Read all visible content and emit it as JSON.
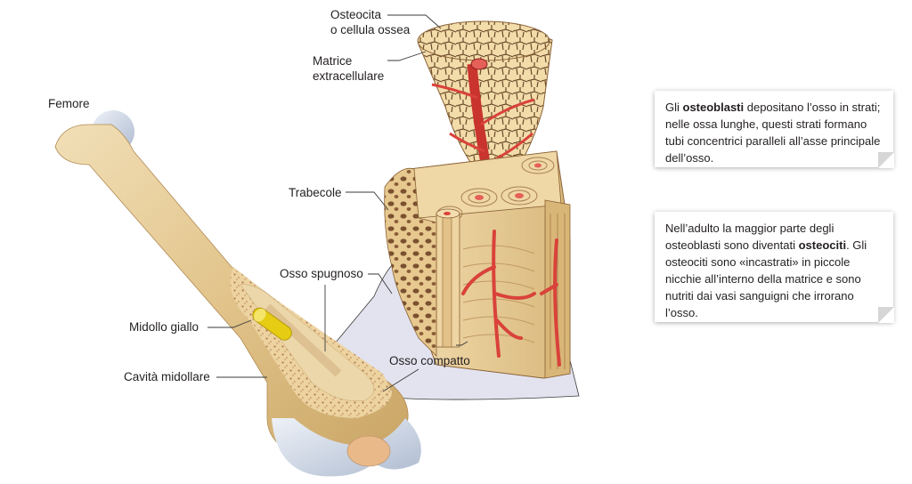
{
  "labels": {
    "osteocita_line1": "Osteocita",
    "osteocita_line2": "o cellula ossea",
    "matrice_line1": "Matrice",
    "matrice_line2": "extracellulare",
    "femore": "Femore",
    "trabecole": "Trabecole",
    "osso_spugnoso": "Osso spugnoso",
    "midollo_giallo": "Midollo giallo",
    "cavita_midollare": "Cavità midollare",
    "osso_compatto": "Osso compatto"
  },
  "notes": {
    "osteoblasti": {
      "pre": "Gli ",
      "bold": "osteoblasti",
      "post": " depositano l’osso in strati; nelle ossa lunghe, questi strati formano tubi concentrici paralleli all’asse principale dell’osso."
    },
    "osteociti": {
      "pre": "Nell’adulto la maggior parte degli osteoblasti sono diventati ",
      "bold": "osteociti",
      "post": ". Gli osteociti sono «incastrati» in piccole nicchie all’interno della matrice e sono nutriti dai vasi sanguigni che irrorano l’osso."
    }
  },
  "colors": {
    "bone": "#e8cf9c",
    "bone_dark": "#c9a565",
    "cartilage": "#c9d3e3",
    "vessel": "#d9423a",
    "marrow": "#e6cc12",
    "leader": "#3a3a3a",
    "zoom_fill": "#e2e2ef"
  }
}
